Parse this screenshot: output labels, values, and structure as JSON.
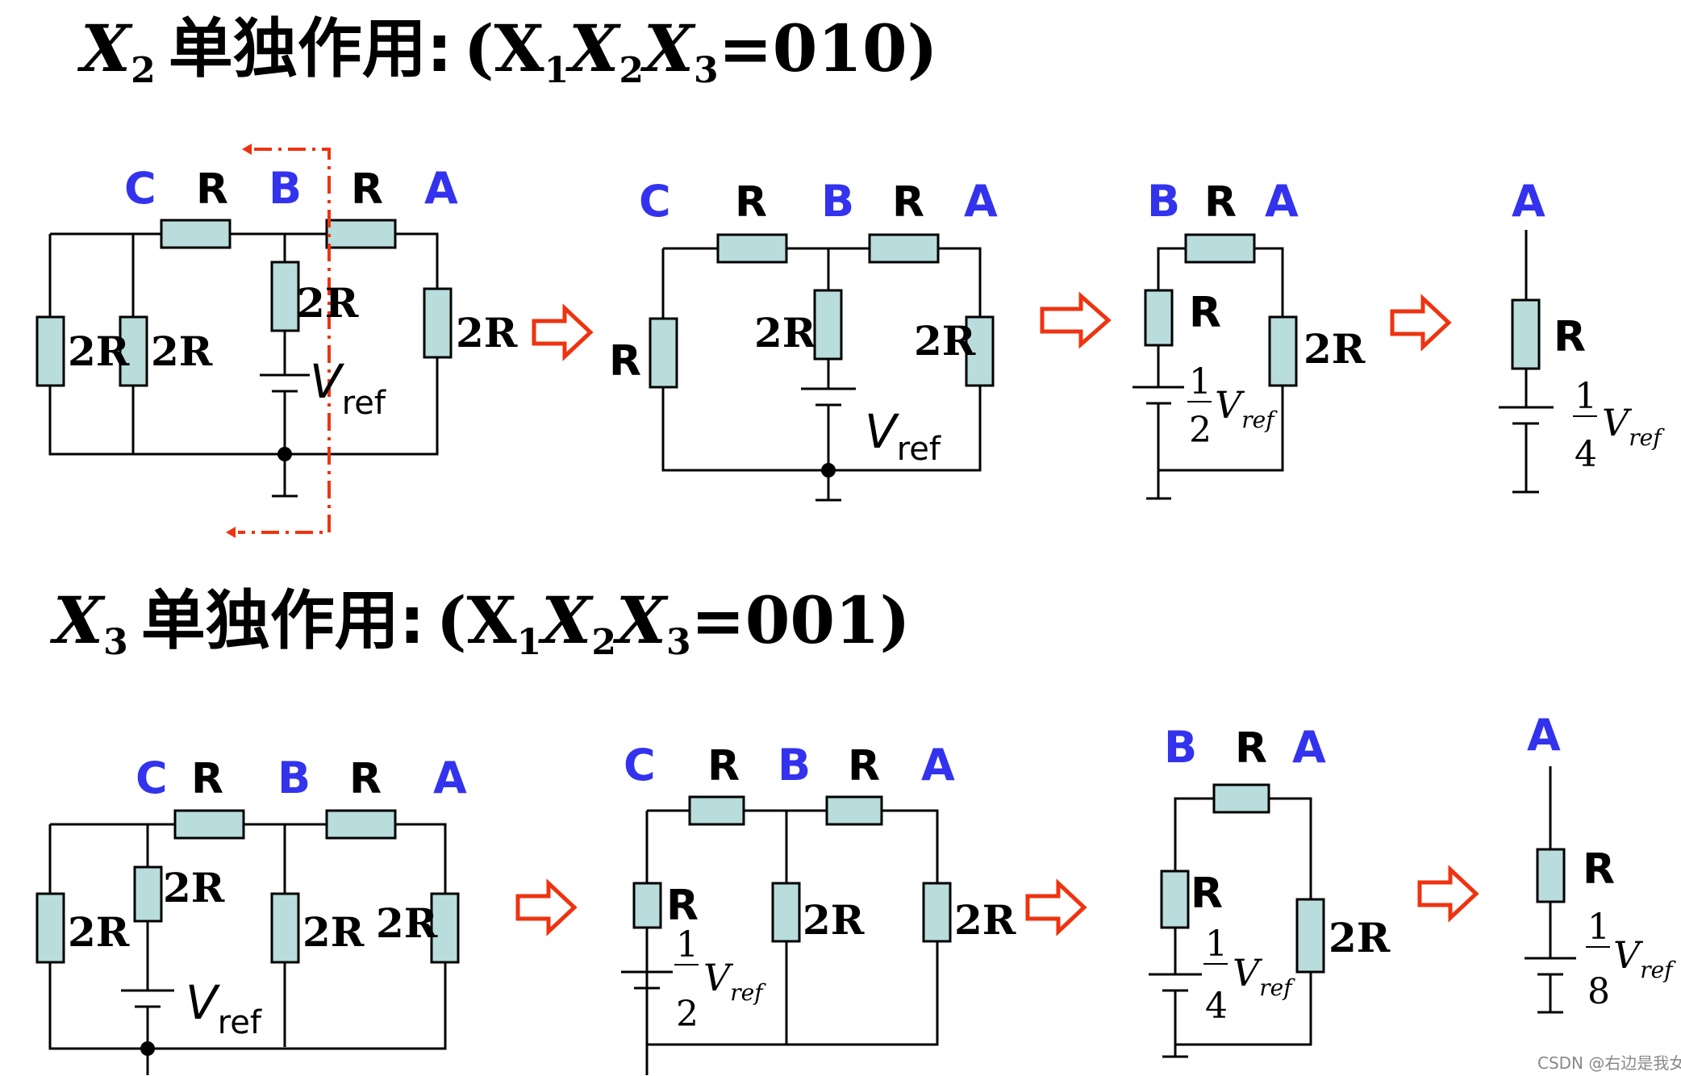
{
  "section1": {
    "title_var": "X",
    "title_var_sub": "2",
    "title_text": "单独作用:",
    "title_paren": "(X",
    "title_sub1": "1",
    "title_x2": "X",
    "title_sub2": "2",
    "title_x3": "X",
    "title_sub3": "3",
    "title_code": "=010)"
  },
  "section2": {
    "title_var": "X",
    "title_var_sub": "3",
    "title_text": "单独作用:",
    "title_paren": "(X",
    "title_sub1": "1",
    "title_x2": "X",
    "title_sub2": "2",
    "title_x3": "X",
    "title_sub3": "3",
    "title_code": "=001)"
  },
  "labels": {
    "node_c": "C",
    "node_b": "B",
    "node_a": "A",
    "r": "R",
    "two_r": "2R",
    "vref_v": "V",
    "vref_sub": "ref",
    "one": "1",
    "two": "2",
    "four": "4",
    "eight": "8"
  },
  "watermark": "CSDN @右边是我女神",
  "colors": {
    "node_label": "#3333ee",
    "resistor_fill": "#b9dcdc",
    "arrow": "#ee3311"
  }
}
